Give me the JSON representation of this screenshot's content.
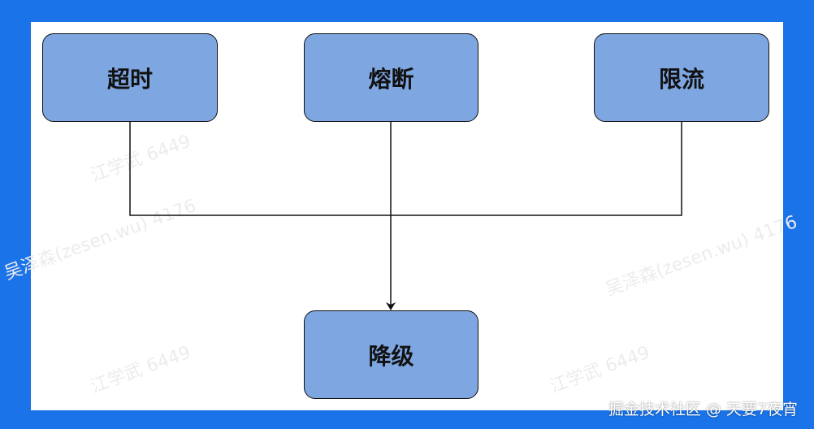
{
  "nodes": {
    "timeout": "超时",
    "circuit_breaker": "熔断",
    "rate_limit": "限流",
    "degrade": "降级"
  },
  "watermarks": {
    "name_id_a": "江学武 6449",
    "name_id_b": "吴泽森(zesen.wu) 4176",
    "name_id_c": "吴泽森(zesen.wu) 4176",
    "name_id_d": "江学武 6449",
    "name_id_e": "江学武 6449"
  },
  "footer": {
    "credit": "掘金技术社区 @ 天要7夜宵"
  },
  "colors": {
    "frame": "#1a73e8",
    "node_fill": "#7ea6e0",
    "line": "#111111"
  }
}
